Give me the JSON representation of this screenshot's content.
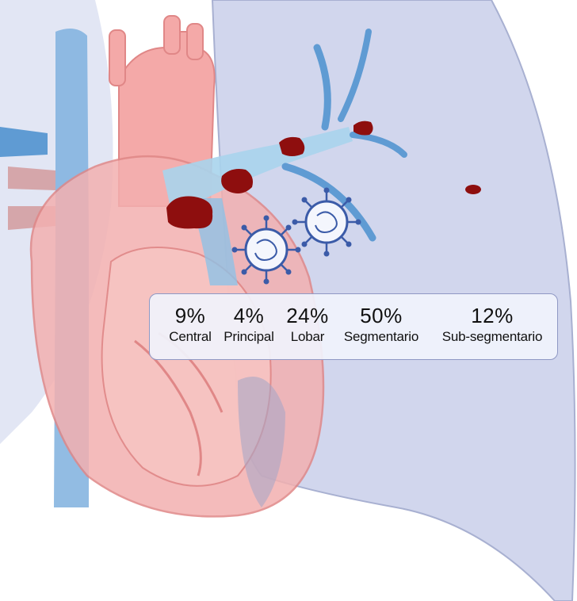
{
  "categories": [
    {
      "percent": "9%",
      "label": "Central"
    },
    {
      "percent": "4%",
      "label": "Principal"
    },
    {
      "percent": "24%",
      "label": "Lobar"
    },
    {
      "percent": "50%",
      "label": "Segmentario"
    },
    {
      "percent": "12%",
      "label": "Sub-segmentario"
    }
  ],
  "colors": {
    "lung": "#c9d0ea",
    "lung_outline": "#9aa3c9",
    "heart": "#f4a9a8",
    "heart_dark": "#e08787",
    "vessel_blue": "#5f9bd3",
    "clot": "#8e0e0e",
    "virus": "#3b5ba8",
    "panel_border": "#8f98c4"
  }
}
